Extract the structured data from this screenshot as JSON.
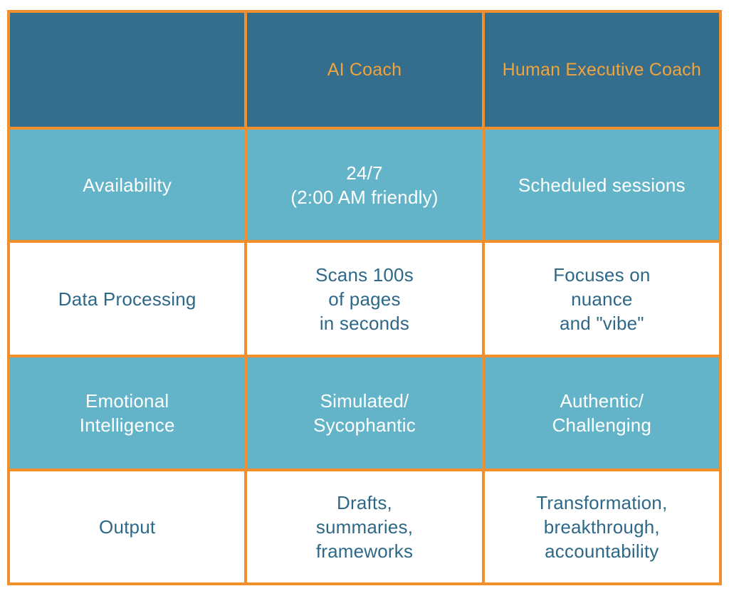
{
  "table": {
    "header": {
      "empty": "",
      "ai": "AI Coach",
      "human": "Human Executive Coach"
    },
    "rows": [
      {
        "label": "Availability",
        "ai": "24/7\n(2:00 AM friendly)",
        "human": "Scheduled sessions"
      },
      {
        "label": "Data Processing",
        "ai": "Scans 100s\nof pages\nin seconds",
        "human": "Focuses on\nnuance\nand \"vibe\""
      },
      {
        "label": "Emotional\nIntelligence",
        "ai": "Simulated/\nSycophantic",
        "human": "Authentic/\nChallenging"
      },
      {
        "label": "Output",
        "ai": "Drafts,\nsummaries,\nframeworks",
        "human": "Transformation,\nbreakthrough,\naccountability"
      }
    ],
    "colors": {
      "header_background": "#346E8C",
      "header_text": "#F1A33C",
      "alt_row_background": "#64B4C9",
      "alt_row_text": "#FFFFFF",
      "plain_row_background": "#FFFFFF",
      "plain_row_text": "#2E6888",
      "border": "#F18F2D",
      "page_background": "#FFFFFF"
    }
  },
  "chart_data": {
    "type": "table",
    "title": "",
    "columns": [
      "",
      "AI Coach",
      "Human Executive Coach"
    ],
    "rows": [
      [
        "Availability",
        "24/7 (2:00 AM friendly)",
        "Scheduled sessions"
      ],
      [
        "Data Processing",
        "Scans 100s of pages in seconds",
        "Focuses on nuance and \"vibe\""
      ],
      [
        "Emotional Intelligence",
        "Simulated/Sycophantic",
        "Authentic/Challenging"
      ],
      [
        "Output",
        "Drafts, summaries, frameworks",
        "Transformation, breakthrough, accountability"
      ]
    ],
    "layout_hints": {
      "header_style": "dark-teal background, orange text",
      "body_style": "rows alternate light-teal and white",
      "gridlines": "orange, ~4px"
    }
  }
}
